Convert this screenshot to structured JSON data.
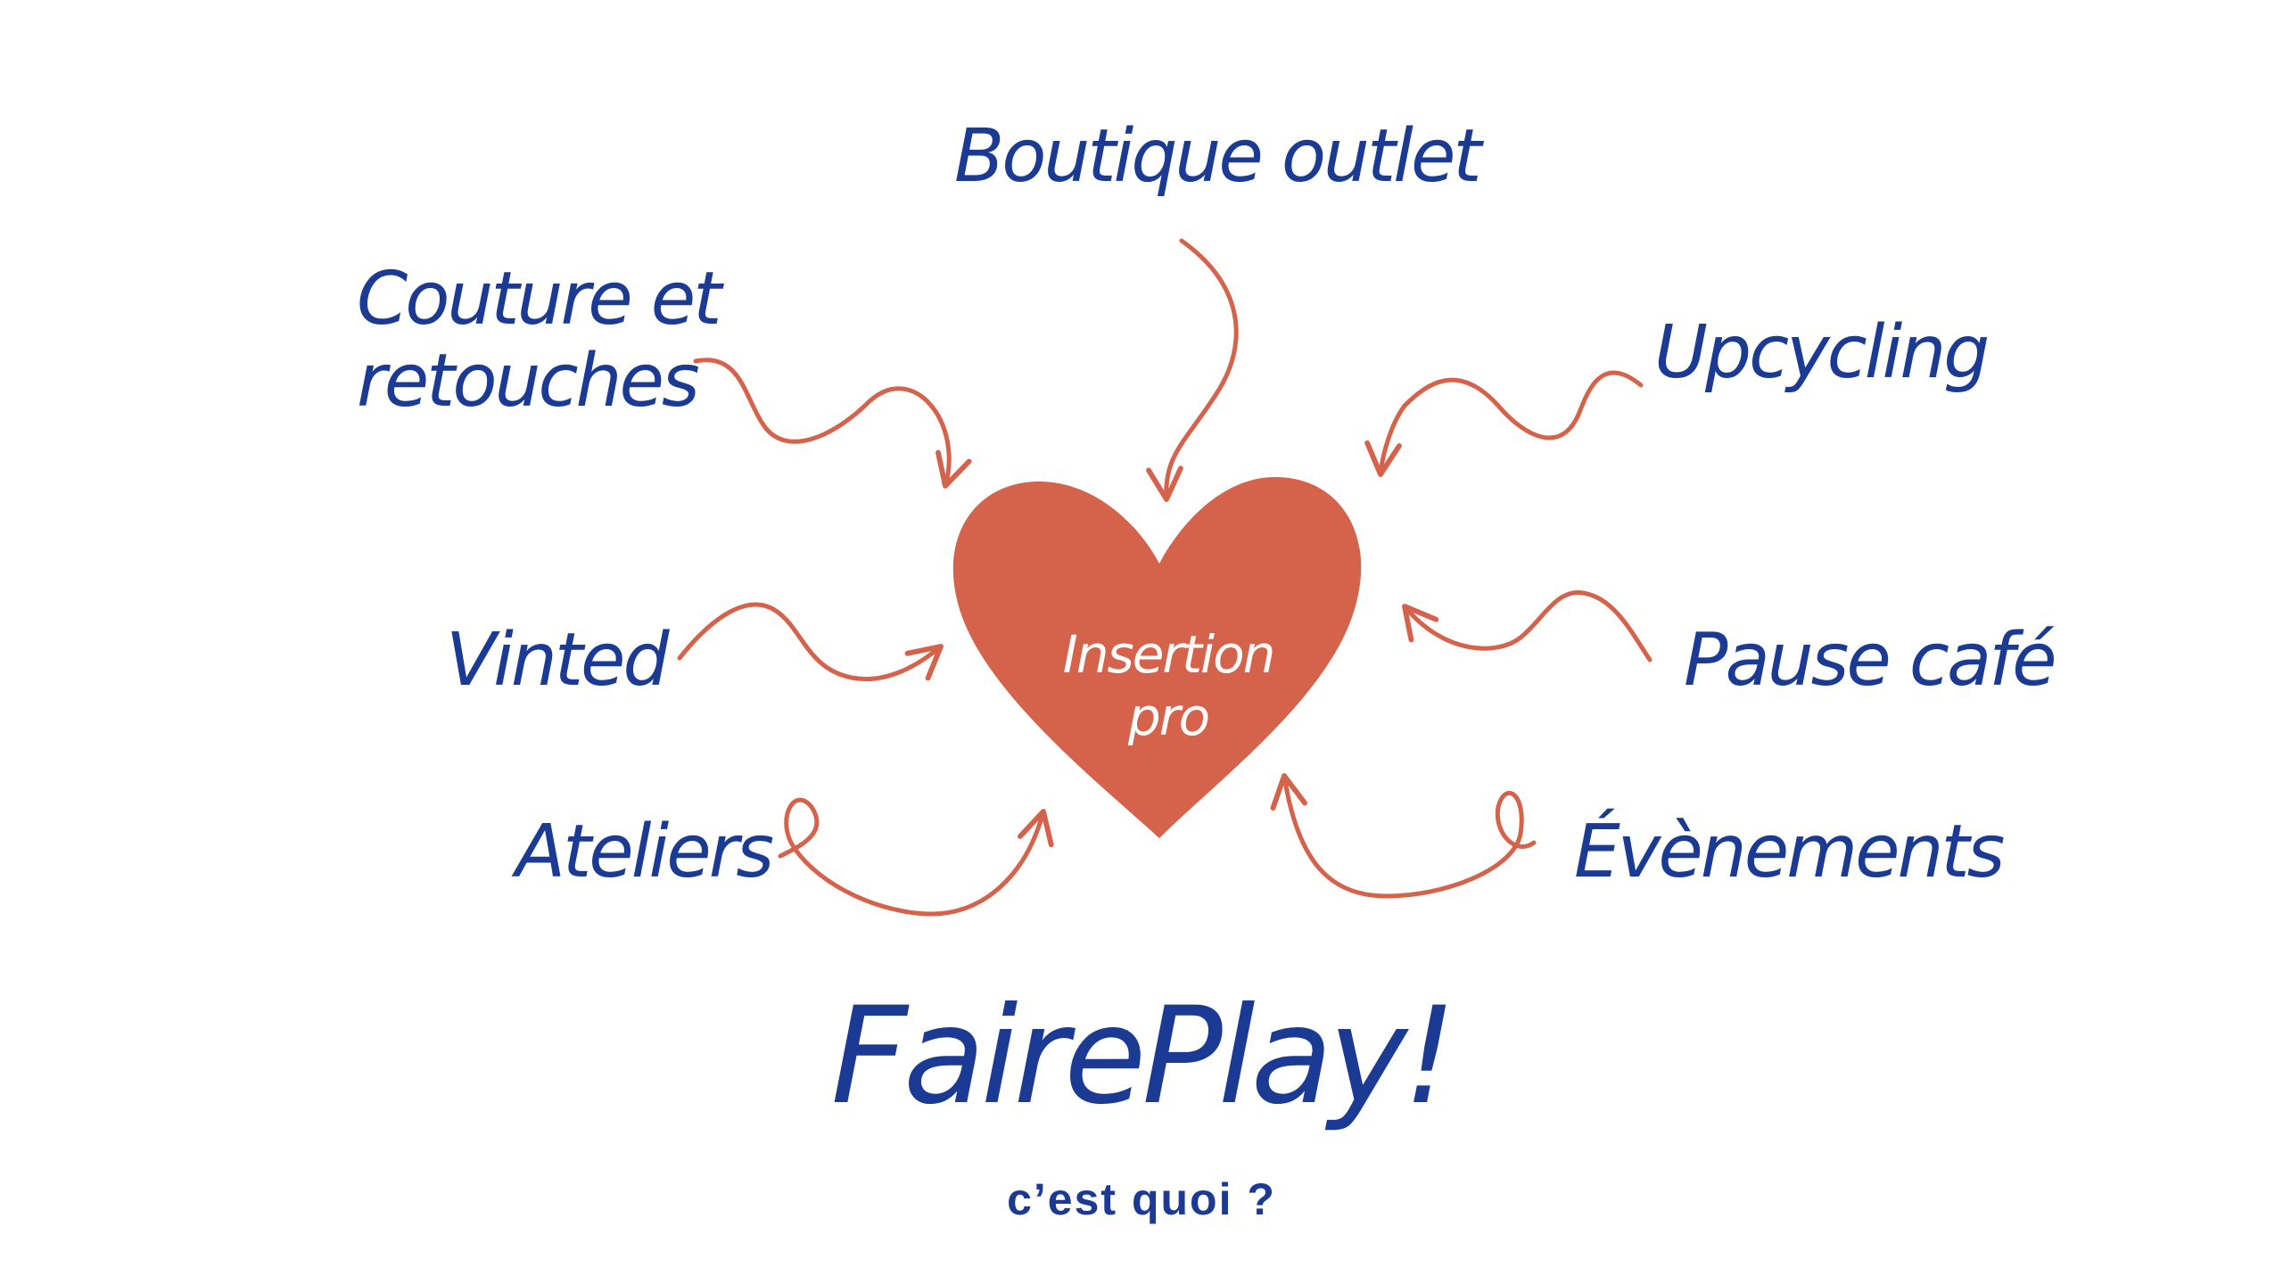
{
  "colors": {
    "text": "#1b3a93",
    "accent": "#d5634c",
    "background": "#ffffff"
  },
  "center": {
    "shape": "heart",
    "line1": "Insertion",
    "line2": "pro"
  },
  "nodes": {
    "boutique": "Boutique outlet",
    "couture_line1": "Couture et",
    "couture_line2": "retouches",
    "upcycling": "Upcycling",
    "vinted": "Vinted",
    "pause": "Pause café",
    "ateliers": "Ateliers",
    "evenements": "Évènements"
  },
  "footer": {
    "title": "FairePlay!",
    "subtitle": "c’est quoi ?"
  }
}
